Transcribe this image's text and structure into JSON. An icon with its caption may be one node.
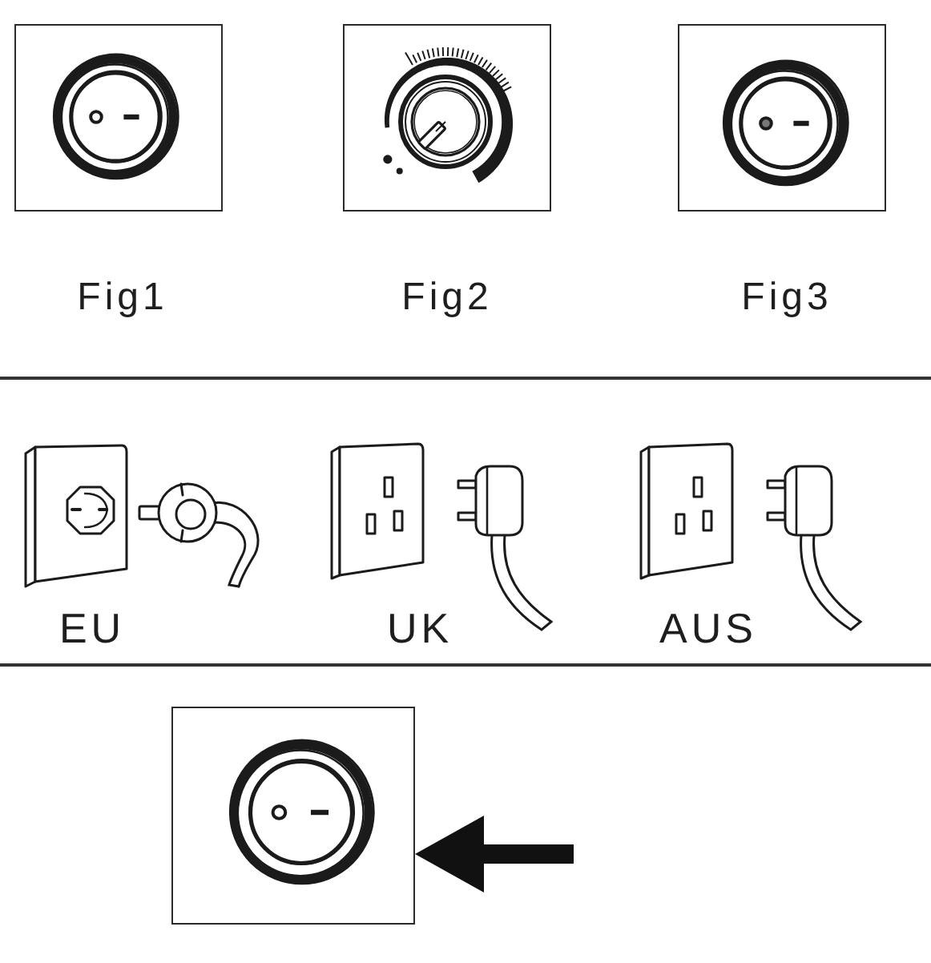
{
  "diagram": {
    "nodes": [
      {
        "text": [],
        "shape": "picture",
        "beside": [
          "Fig1"
        ]
      },
      {
        "text": [],
        "shape": "picture",
        "beside": [
          "Fig2"
        ]
      },
      {
        "text": [],
        "shape": "picture",
        "beside": [
          "Fig3"
        ]
      },
      {
        "text": [],
        "shape": "picture"
      }
    ],
    "edges": [
      {
        "from": null,
        "to": 3,
        "arrow": "to"
      }
    ],
    "labels": [
      "EU",
      "UK",
      "AUS"
    ]
  }
}
